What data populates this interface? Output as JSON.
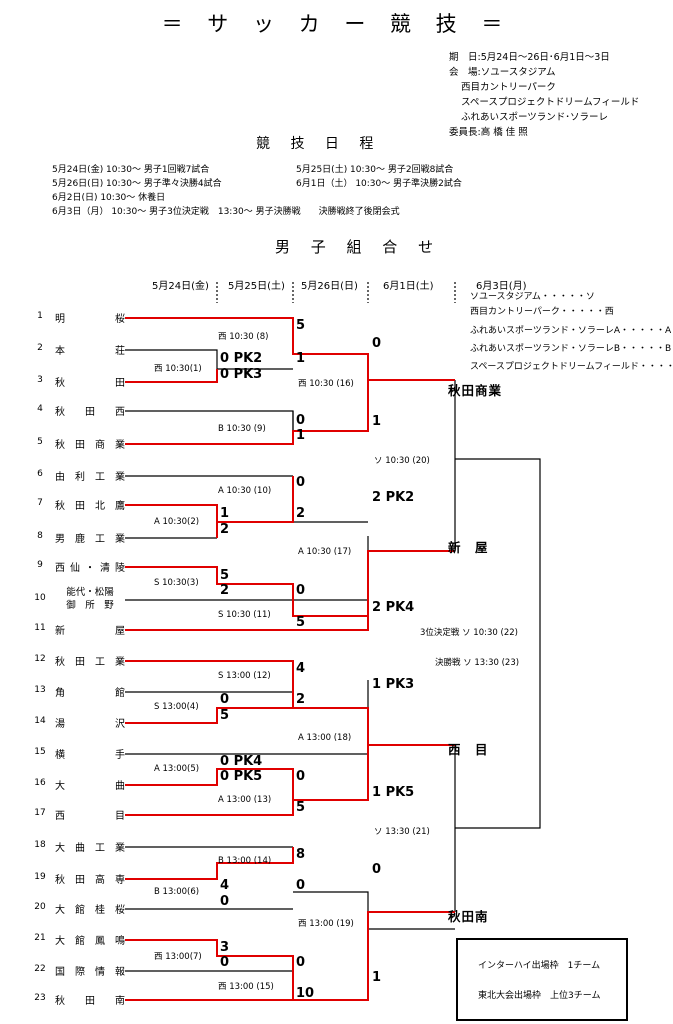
{
  "title": "＝ サ ッ カ ー 競 技 ＝",
  "info": {
    "period": "期　日:5月24日〜26日･6月1日〜3日",
    "venue_label": "会　場:ソユースタジアム",
    "venue2": "西目カントリーパーク",
    "venue3": "スペースプロジェクトドリームフィールド",
    "venue4": "ふれあいスポーツランド･ソラーレ",
    "chair": "委員長:高 橋 佳 照"
  },
  "schedule_title": "競 技 日 程",
  "schedule": [
    "5月24日(金) 10:30〜 男子1回戦7試合",
    "5月25日(土) 10:30〜 男子2回戦8試合",
    "5月26日(日) 10:30〜 男子準々決勝4試合",
    "6月1日（土） 10:30〜 男子準決勝2試合",
    "6月2日(日) 10:30〜 休養日",
    "6月3日（月） 10:30〜 男子3位決定戦　13:30〜 男子決勝戦　　決勝戦終了後閉会式"
  ],
  "bracket_title": "男 子 組 合 せ",
  "days": [
    "5月24日(金)",
    "5月25日(土)",
    "5月26日(日)",
    "6月1日(土)",
    "6月3日(月)"
  ],
  "venues": [
    "ソユースタジアム・・・・・ソ",
    "西目カントリーパーク・・・・・西",
    "ふれあいスポーツランド・ソラーレA・・・・・A",
    "ふれあいスポーツランド・ソラーレB・・・・・B",
    "スペースプロジェクトドリームフィールド・・・・・S"
  ],
  "teams": [
    {
      "n": "1",
      "name": "明　　　桜"
    },
    {
      "n": "2",
      "name": "本　　　荘"
    },
    {
      "n": "3",
      "name": "秋　　　田"
    },
    {
      "n": "4",
      "name": "秋 田 西"
    },
    {
      "n": "5",
      "name": "秋田商業"
    },
    {
      "n": "6",
      "name": "由利工業"
    },
    {
      "n": "7",
      "name": "秋田北鷹"
    },
    {
      "n": "8",
      "name": "男鹿工業"
    },
    {
      "n": "9",
      "name": "西仙・清陵"
    },
    {
      "n": "10",
      "name": "能代・松陽\n御　所　野"
    },
    {
      "n": "11",
      "name": "新　　　屋"
    },
    {
      "n": "12",
      "name": "秋田工業"
    },
    {
      "n": "13",
      "name": "角　　　館"
    },
    {
      "n": "14",
      "name": "湯　　　沢"
    },
    {
      "n": "15",
      "name": "横　　　手"
    },
    {
      "n": "16",
      "name": "大　　　曲"
    },
    {
      "n": "17",
      "name": "西　　　目"
    },
    {
      "n": "18",
      "name": "大曲工業"
    },
    {
      "n": "19",
      "name": "秋田高専"
    },
    {
      "n": "20",
      "name": "大館桂桜"
    },
    {
      "n": "21",
      "name": "大館鳳鳴"
    },
    {
      "n": "22",
      "name": "国際情報"
    },
    {
      "n": "23",
      "name": "秋　田　南"
    }
  ],
  "matches": {
    "m1": "西 10:30(1)",
    "m8": "西 10:30 (8)",
    "m9": "B 10:30 (9)",
    "m2": "A 10:30(2)",
    "m10": "A 10:30 (10)",
    "m3": "S 10:30(3)",
    "m11": "S 10:30 (11)",
    "m4": "S 13:00(4)",
    "m12": "S 13:00 (12)",
    "m5": "A 13:00(5)",
    "m13": "A 13:00 (13)",
    "m6": "B 13:00(6)",
    "m14": "B 13:00 (14)",
    "m7": "西 13:00(7)",
    "m15": "西 13:00 (15)",
    "m16": "西 10:30 (16)",
    "m17": "A 10:30 (17)",
    "m18": "A 13:00 (18)",
    "m19": "西 13:00 (19)",
    "m20": "ソ 10:30 (20)",
    "m21": "ソ 13:30 (21)",
    "m22": "3位決定戦 ソ 10:30 (22)",
    "m23": "決勝戦 ソ 13:30 (23)"
  },
  "scores": {
    "s1": "0 PK2",
    "s2": "0 PK3",
    "s3": "5",
    "s4": "1",
    "s5": "0",
    "s6": "1",
    "s7": "0",
    "s8": "1",
    "s9": "0",
    "s10": "2",
    "s11": "1",
    "s12": "2",
    "s13": "2 PK2",
    "s14": "5",
    "s15": "2",
    "s16": "0",
    "s17": "5",
    "s18": "2 PK4",
    "s19": "4",
    "s20": "2",
    "s21": "0",
    "s22": "5",
    "s23": "1 PK3",
    "s24": "0 PK4",
    "s25": "0 PK5",
    "s26": "0",
    "s27": "5",
    "s28": "1 PK5",
    "s29": "8",
    "s30": "0",
    "s31": "4",
    "s32": "0",
    "s33": "0",
    "s34": "3",
    "s35": "0",
    "s36": "0",
    "s37": "10",
    "s38": "1"
  },
  "winners": [
    "秋田商業",
    "新　屋",
    "西　目",
    "秋田南"
  ],
  "box": {
    "line1": "インターハイ出場枠　1チーム",
    "line2": "東北大会出場枠　上位3チーム"
  },
  "colors": {
    "win": "#e00000",
    "line": "#000000"
  }
}
